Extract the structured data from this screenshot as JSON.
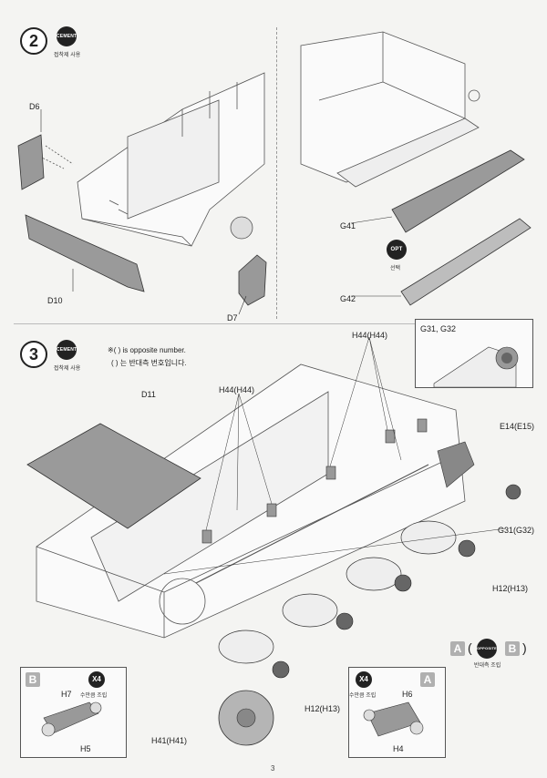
{
  "page": {
    "number": "3"
  },
  "step2": {
    "number": "2",
    "cement_badge": "CEMENT",
    "cement_caption": "접착제 사용",
    "parts": {
      "d6": "D6",
      "d10": "D10",
      "d7": "D7",
      "g41": "G41",
      "g42": "G42"
    },
    "opt_badge": "OPT",
    "opt_caption": "선택"
  },
  "step3": {
    "number": "3",
    "cement_badge": "CEMENT",
    "cement_caption": "접착제 사용",
    "note_en": "※( ) is opposite number.",
    "note_ko": "( ) 는 반대측 번호입니다.",
    "parts": {
      "d11": "D11",
      "h44_left": "H44(H44)",
      "h44_top": "H44(H44)",
      "g31_g32": "G31, G32",
      "e14": "E14(E15)",
      "g31": "G31(G32)",
      "h12_right": "H12(H13)",
      "h12_bottom": "H12(H13)",
      "h41": "H41(H41)"
    },
    "opposite_a": "A",
    "opposite_paren_open": "(",
    "opposite_badge": "OPPOSITE",
    "opposite_caption": "반대측 조립",
    "opposite_b": "B",
    "opposite_paren_close": ")",
    "subassembly_b": {
      "letter": "B",
      "qty": "X4",
      "qty_caption": "수만큼 조립",
      "part_top": "H7",
      "part_bottom": "H5"
    },
    "subassembly_a": {
      "letter": "A",
      "qty": "X4",
      "qty_caption": "수만큼 조립",
      "part_top": "H6",
      "part_bottom": "H4"
    }
  }
}
